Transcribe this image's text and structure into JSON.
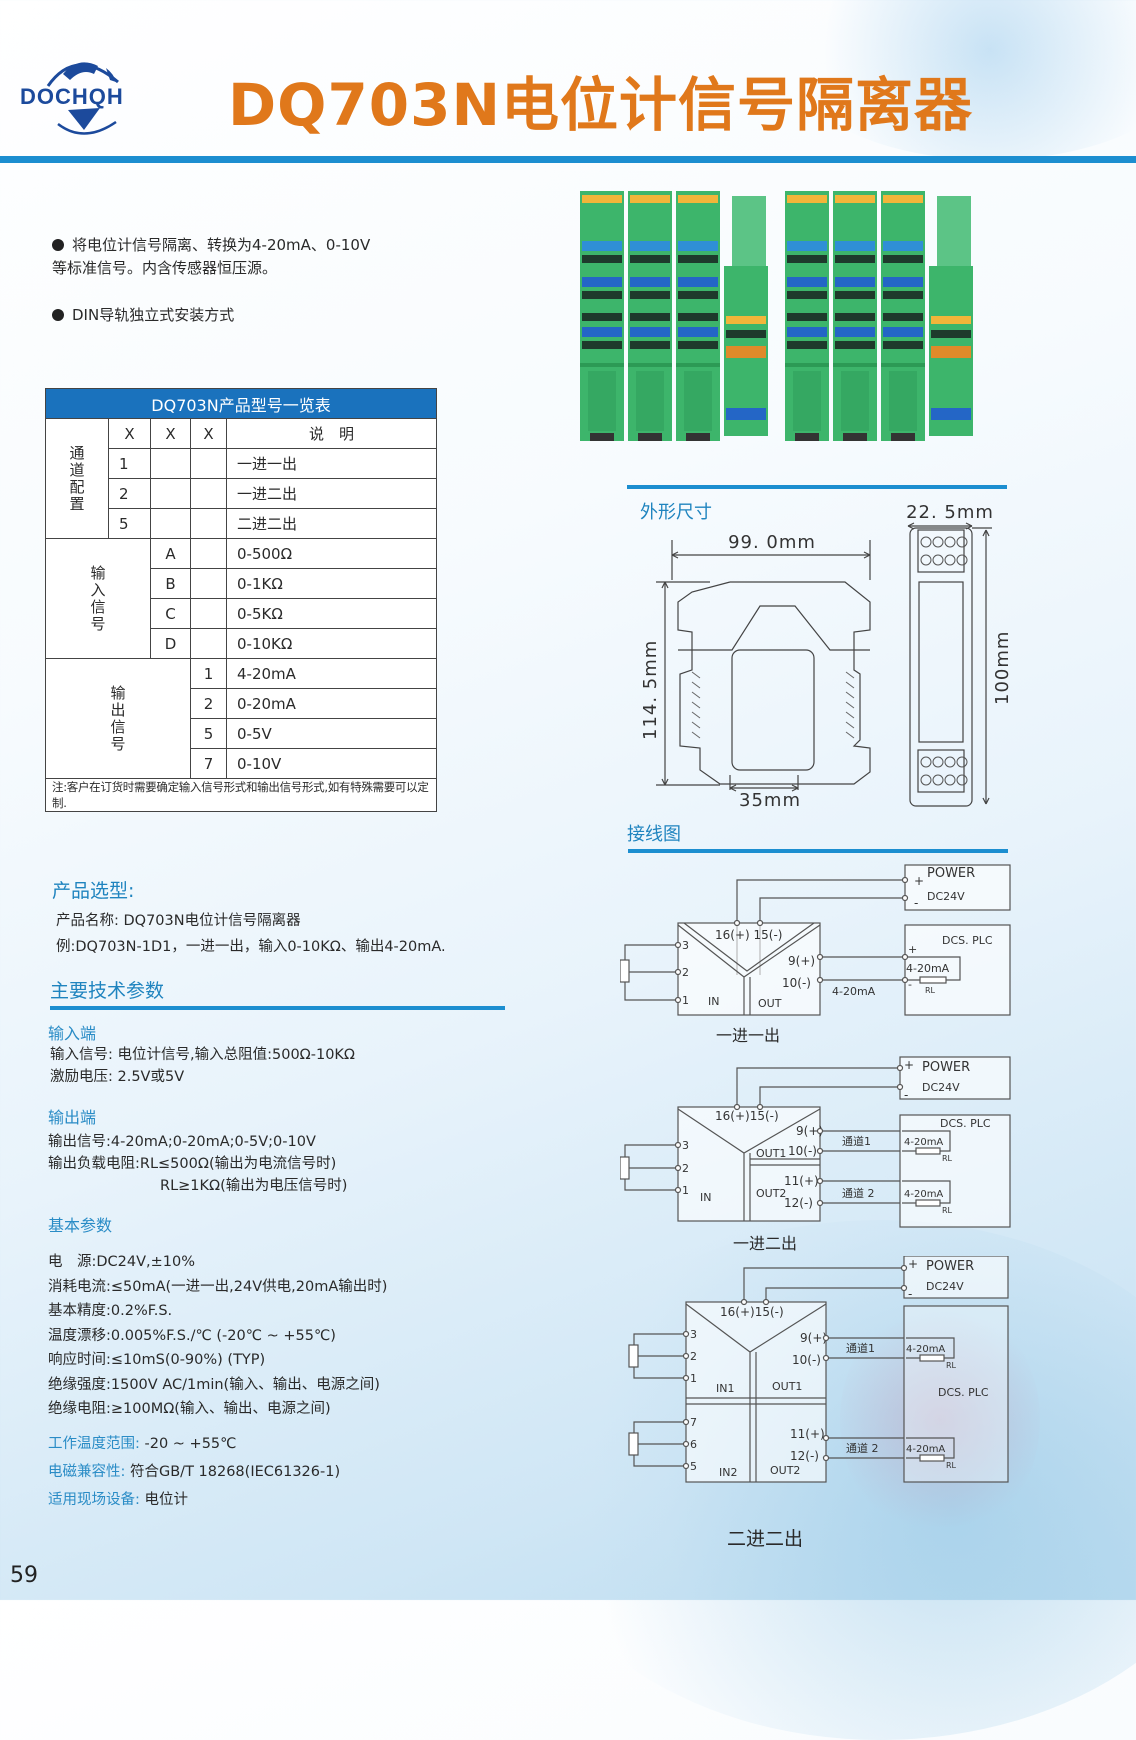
{
  "header": {
    "logo_text": "DOCHQH",
    "title": "DQ703N电位计信号隔离器"
  },
  "bullets": [
    {
      "line1": "将电位计信号隔离、转换为4-20mA、0-10V",
      "line2": "等标准信号。内含传感器恒压源。"
    },
    {
      "line1": "DIN导轨独立式安装方式",
      "line2": ""
    }
  ],
  "model_table": {
    "title": "DQ703N产品型号一览表",
    "columns": [
      "X",
      "X",
      "X",
      "说　明"
    ],
    "groups": [
      {
        "label": "通道配置",
        "rows": [
          {
            "code": "1",
            "desc": "一进一出"
          },
          {
            "code": "2",
            "desc": "一进二出"
          },
          {
            "code": "5",
            "desc": "二进二出"
          }
        ]
      },
      {
        "label": "输入信号",
        "rows": [
          {
            "code": "A",
            "desc": "0-500Ω"
          },
          {
            "code": "B",
            "desc": "0-1KΩ"
          },
          {
            "code": "C",
            "desc": "0-5KΩ"
          },
          {
            "code": "D",
            "desc": "0-10KΩ"
          }
        ]
      },
      {
        "label": "输出信号",
        "rows": [
          {
            "code": "1",
            "desc": "4-20mA"
          },
          {
            "code": "2",
            "desc": "0-20mA"
          },
          {
            "code": "5",
            "desc": "0-5V"
          },
          {
            "code": "7",
            "desc": "0-10V"
          }
        ]
      }
    ],
    "note": "注:客户在订货时需要确定输入信号形式和输出信号形式,如有特殊需要可以定制."
  },
  "selection": {
    "heading": "产品选型:",
    "name_line": "产品名称: DQ703N电位计信号隔离器",
    "example_line": "例:DQ703N-1D1，一进一出，输入0-10KΩ、输出4-20mA."
  },
  "specs": {
    "heading": "主要技术参数",
    "input": {
      "heading": "输入端",
      "lines": [
        "输入信号:  电位计信号,输入总阻值:500Ω-10KΩ",
        "激励电压:  2.5V或5V"
      ]
    },
    "output": {
      "heading": "输出端",
      "lines": [
        "输出信号:4-20mA;0-20mA;0-5V;0-10V",
        "输出负载电阻:RL≤500Ω(输出为电流信号时)",
        "RL≥1KΩ(输出为电压信号时)"
      ]
    },
    "basic": {
      "heading": "基本参数",
      "lines": [
        "电　源:DC24V,±10%",
        "消耗电流:≤50mA(一进一出,24V供电,20mA输出时)",
        "基本精度:0.2%F.S.",
        "温度漂移:0.005%F.S./℃  (-20℃ ~ +55℃)",
        "响应时间:≤10mS(0-90%) (TYP)",
        "绝缘强度:1500V AC/1min(输入、输出、电源之间)",
        "绝缘电阻:≥100MΩ(输入、输出、电源之间)"
      ]
    },
    "extra": [
      {
        "label": "工作温度范围:",
        "value": "-20 ~ +55℃"
      },
      {
        "label": "电磁兼容性:",
        "value": "符合GB/T 18268(IEC61326-1)"
      },
      {
        "label": "适用现场设备:",
        "value": "电位计"
      }
    ]
  },
  "dimensions": {
    "heading": "外形尺寸",
    "width_label": "99. 0mm",
    "height_label": "114. 5mm",
    "rail_label": "35mm",
    "side_width_label": "22. 5mm",
    "side_height_label": "100mm"
  },
  "wiring": {
    "heading": "接线图",
    "power_label": "POWER",
    "power_voltage": "DC24V",
    "plc_label": "DCS. PLC",
    "current_label": "4-20mA",
    "rl_label": "RL",
    "plus": "+",
    "minus": "-",
    "terminals": {
      "supply": "16(+) 15(-)",
      "supply_tight": "16(+)15(-)",
      "out_plus": "9(+)",
      "out_minus": "10(-)",
      "out2_plus": "11(+)",
      "out2_minus": "12(-)",
      "in_3": "3",
      "in_2": "2",
      "in_1": "1",
      "in_7": "7",
      "in_6": "6",
      "in_5": "5"
    },
    "blocks": {
      "in": "IN",
      "out": "OUT",
      "out1": "OUT1",
      "out2": "OUT2",
      "in1": "IN1",
      "in2": "IN2"
    },
    "channel1": "通道1",
    "channel2": "通道 2",
    "diagrams": [
      {
        "caption": "一进一出"
      },
      {
        "caption": "一进二出"
      },
      {
        "caption": "二进二出"
      }
    ]
  },
  "page_number": "59",
  "colors": {
    "title_orange": "#e0781b",
    "brand_blue": "#1c8ed0",
    "table_header_blue": "#1a72bd",
    "heading_blue": "#2a8cc6",
    "module_green": "#3fb86a"
  }
}
